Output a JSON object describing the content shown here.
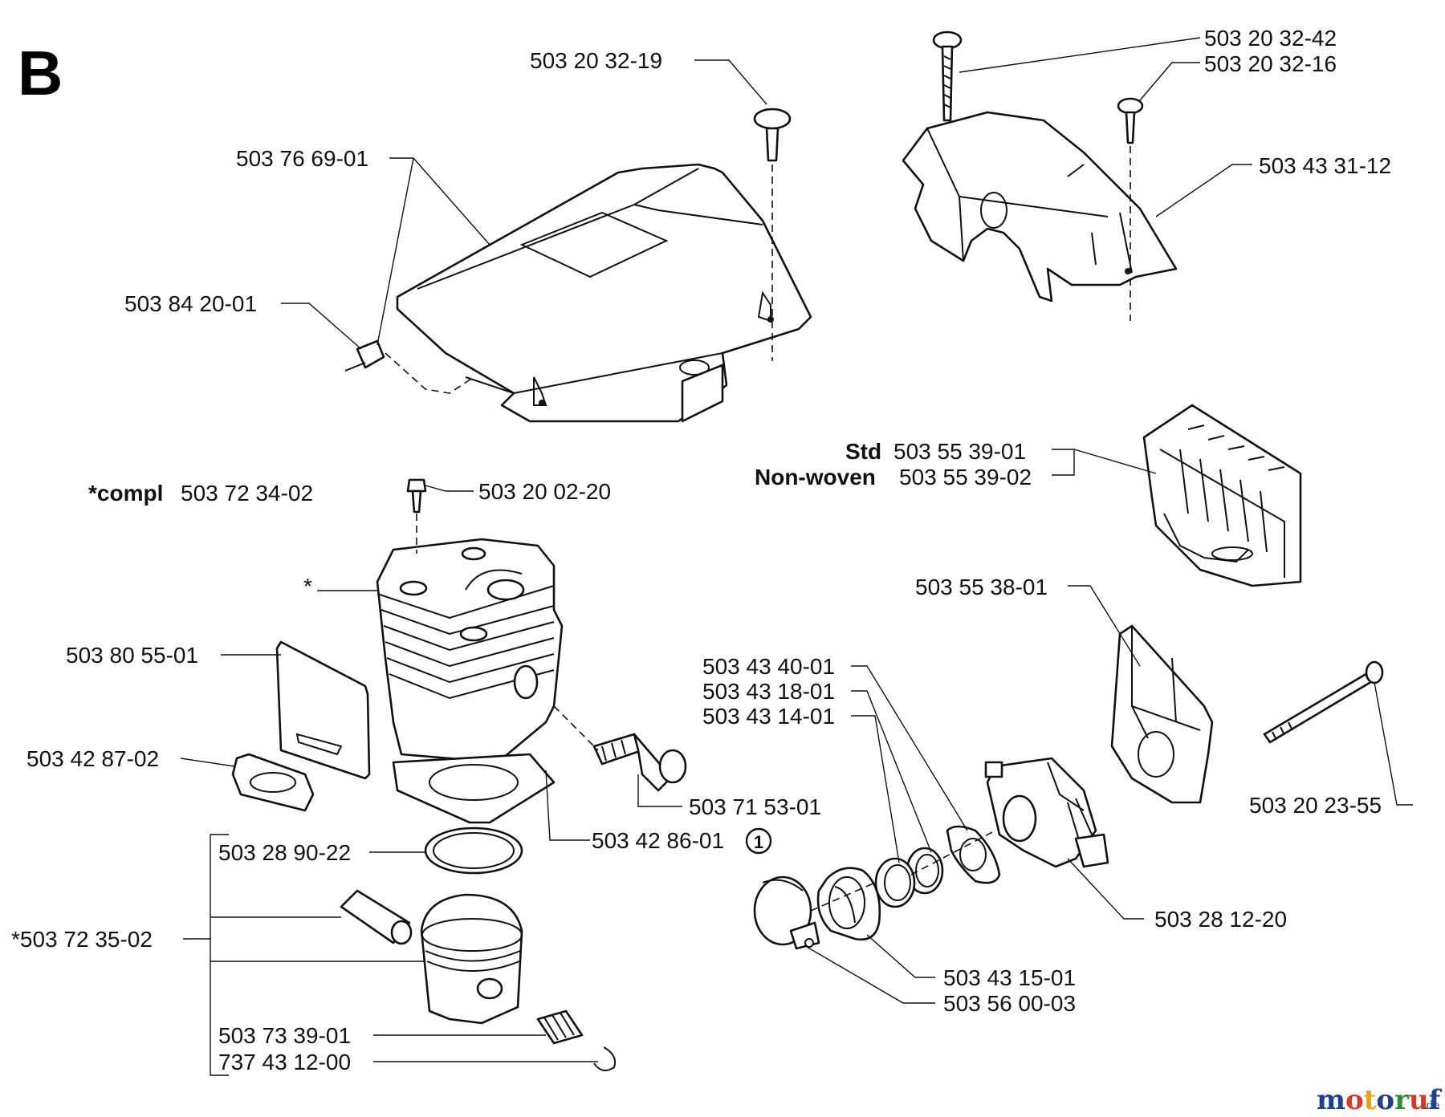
{
  "section_letter": "B",
  "labels": {
    "p_503_20_32_19": "503 20 32-19",
    "p_503_20_32_42": "503 20 32-42",
    "p_503_20_32_16": "503 20 32-16",
    "p_503_76_69_01": "503 76 69-01",
    "p_503_43_31_12": "503 43 31-12",
    "p_503_84_20_01": "503 84 20-01",
    "std_prefix": "Std",
    "p_503_55_39_01": "503 55 39-01",
    "nonwoven_prefix": "Non-woven",
    "p_503_55_39_02": "503 55 39-02",
    "compl_prefix": "*compl",
    "p_503_72_34_02": "503 72 34-02",
    "p_503_20_02_20": "503 20 02-20",
    "asterisk": "*",
    "p_503_55_38_01": "503 55 38-01",
    "p_503_80_55_01": "503 80 55-01",
    "p_503_43_40_01": "503 43 40-01",
    "p_503_43_18_01": "503 43 18-01",
    "p_503_43_14_01": "503 43 14-01",
    "p_503_42_87_02": "503 42 87-02",
    "p_503_71_53_01": "503 71 53-01",
    "p_503_20_23_55": "503 20 23-55",
    "p_503_42_86_01": "503 42 86-01",
    "circled_note": "1",
    "p_503_28_90_22": "503 28 90-22",
    "p_503_72_35_02": "*503 72 35-02",
    "p_503_28_12_20": "503 28 12-20",
    "p_503_43_15_01": "503 43 15-01",
    "p_503_56_00_03": "503 56 00-03",
    "p_503_73_39_01": "503 73 39-01",
    "p_737_43_12_00": "737 43 12-00"
  },
  "watermark": {
    "brand": "motoruf",
    "tld": ".de",
    "colors": [
      "#1f3f8f",
      "#d6392b",
      "#e8a21b",
      "#1f3f8f",
      "#2e8b3a",
      "#d6392b",
      "#1f3f8f"
    ]
  }
}
